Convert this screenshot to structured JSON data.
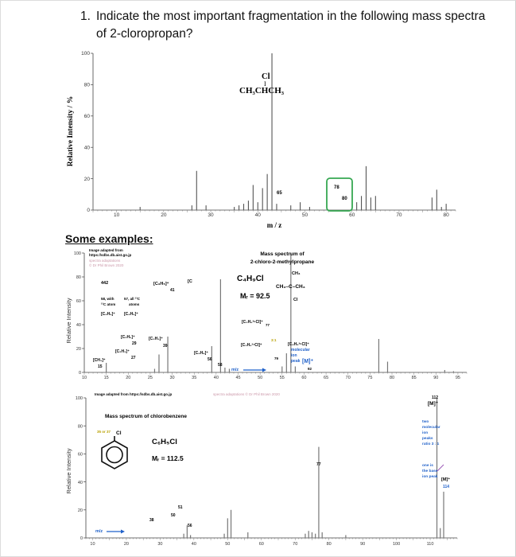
{
  "question": {
    "number": "1.",
    "text": "Indicate the most important fragmentation in the following mass spectra of 2-cloropropan?"
  },
  "spectrum1": {
    "y_axis_label": "Relative Intensity / %",
    "x_axis_label": "m / z",
    "y_ticks": [
      "100",
      "80",
      "60",
      "40",
      "20",
      "0"
    ],
    "x_ticks": [
      "10",
      "20",
      "30",
      "40",
      "50",
      "60",
      "70",
      "80"
    ],
    "structure_top": "Cl",
    "structure_bond": "I",
    "structure_main": "CH₃CHCH₃",
    "peak_labels": [
      "65",
      "78",
      "80"
    ],
    "chart_data": {
      "type": "bar",
      "xlim": [
        5,
        82
      ],
      "ylim": [
        0,
        100
      ],
      "points": [
        {
          "x": 15,
          "y": 2
        },
        {
          "x": 26,
          "y": 3
        },
        {
          "x": 27,
          "y": 25
        },
        {
          "x": 29,
          "y": 3
        },
        {
          "x": 35,
          "y": 2
        },
        {
          "x": 36,
          "y": 3
        },
        {
          "x": 37,
          "y": 4
        },
        {
          "x": 38,
          "y": 6
        },
        {
          "x": 39,
          "y": 16
        },
        {
          "x": 40,
          "y": 5
        },
        {
          "x": 41,
          "y": 14
        },
        {
          "x": 42,
          "y": 23
        },
        {
          "x": 43,
          "y": 100
        },
        {
          "x": 44,
          "y": 4
        },
        {
          "x": 47,
          "y": 3
        },
        {
          "x": 49,
          "y": 5
        },
        {
          "x": 51,
          "y": 2
        },
        {
          "x": 61,
          "y": 5
        },
        {
          "x": 62,
          "y": 9
        },
        {
          "x": 63,
          "y": 28
        },
        {
          "x": 64,
          "y": 8
        },
        {
          "x": 65,
          "y": 9
        },
        {
          "x": 77,
          "y": 8
        },
        {
          "x": 78,
          "y": 13
        },
        {
          "x": 79,
          "y": 2
        },
        {
          "x": 80,
          "y": 4
        }
      ]
    }
  },
  "examples_heading": "Some examples:",
  "spectrum2": {
    "y_axis_label": "Relative Intensity",
    "y_ticks": [
      "100",
      "80",
      "60",
      "40",
      "20",
      "0"
    ],
    "x_ticks": [
      "10",
      "15",
      "20",
      "25",
      "30",
      "35",
      "40",
      "45",
      "50",
      "55",
      "60",
      "65",
      "70",
      "75",
      "80",
      "85",
      "90",
      "95"
    ],
    "source_lines": [
      "Image adapted from",
      "https://sdbs.db.aist.go.jp"
    ],
    "credit_lines": [
      "spectra adaptations",
      "© Dr Phil Brown 2020"
    ],
    "title_lines": [
      "Mass spectrum of",
      "2-chloro-2-methylpropane"
    ],
    "formula": "C₄H₉Cl",
    "mr": "Mᵣ = 92.5",
    "struct_ch3_top": "CH₃",
    "struct_row": "CH₃–C–CH₃",
    "struct_cl": "Cl",
    "labels": {
      "c4h9_41": "[C₃H₅]⁺",
      "n41": "41",
      "ic": "[C",
      "v442": "442",
      "with13c": "58, with",
      "atom13c": "¹³C atom",
      "all13c": "57, all ¹³C",
      "atoms": "atoms",
      "c4h9a": "[C₄H₉]⁺",
      "c4h9b": "[C₄H₉]⁺",
      "c2h5": "[C₂H₅]⁺",
      "n29": "29",
      "c3h3": "[C₃H₃]⁺",
      "n39": "39",
      "c2h3": "[C₂H₃]⁺",
      "n27": "27",
      "ch3": "[CH₃]⁺",
      "n15": "15",
      "c4h8": "[C₄H₈]⁺",
      "n56": "56",
      "n58": "58",
      "c3h6cl77": "[C₃H₆³⁵Cl]⁺",
      "n77": "77",
      "c3h6cl79": "[C₃H₆³⁷Cl]⁺",
      "n79": "79",
      "ratio31": "3:1",
      "mol_c4h9cl": "[C₄H₉³⁵Cl]⁺",
      "mol_lines": [
        "molecular",
        "ion",
        "peak"
      ],
      "mplus": "[M]⁺",
      "n92": "92",
      "mz": "m/z"
    },
    "chart_data": {
      "type": "bar",
      "xlim": [
        10,
        97
      ],
      "ylim": [
        0,
        100
      ],
      "points": [
        {
          "x": 15,
          "y": 8
        },
        {
          "x": 26,
          "y": 3
        },
        {
          "x": 27,
          "y": 15
        },
        {
          "x": 29,
          "y": 30
        },
        {
          "x": 39,
          "y": 22
        },
        {
          "x": 41,
          "y": 78
        },
        {
          "x": 42,
          "y": 4
        },
        {
          "x": 43,
          "y": 3
        },
        {
          "x": 55,
          "y": 5
        },
        {
          "x": 56,
          "y": 16
        },
        {
          "x": 57,
          "y": 100
        },
        {
          "x": 58,
          "y": 5
        },
        {
          "x": 77,
          "y": 28
        },
        {
          "x": 79,
          "y": 9
        },
        {
          "x": 92,
          "y": 2
        },
        {
          "x": 94,
          "y": 1
        }
      ]
    }
  },
  "spectrum3": {
    "y_axis_label": "Relative Intensity",
    "y_ticks": [
      "100",
      "80",
      "60",
      "40",
      "20",
      "0"
    ],
    "x_ticks": [
      "10",
      "20",
      "30",
      "40",
      "50",
      "60",
      "70",
      "80",
      "90",
      "100",
      "110"
    ],
    "source_text": "Image adapted from https://sdbs.db.aist.go.jp",
    "credit_text": "spectra adaptations © Dr Phil Brown 2020",
    "title": "Mass spectrum of chlorobenzene",
    "cl_label": "35 or 37",
    "cl_sym": "Cl",
    "formula": "C₆H₅Cl",
    "mr": "Mᵣ = 112.5",
    "n112": "112",
    "m112": "[M]⁺",
    "two_lines": [
      "two",
      "molecular",
      "ion",
      "peaks",
      "ratio 3 : 1"
    ],
    "one_lines": [
      "one is",
      "the base",
      "ion peak"
    ],
    "m114": "[M]⁺",
    "n114": "114",
    "n77": "77",
    "n51": "51",
    "n50": "50",
    "n38": "38",
    "n56": "56",
    "mz": "m/z",
    "chart_data": {
      "type": "bar",
      "xlim": [
        8,
        118
      ],
      "ylim": [
        0,
        100
      ],
      "points": [
        {
          "x": 37,
          "y": 3
        },
        {
          "x": 38,
          "y": 9
        },
        {
          "x": 39,
          "y": 2
        },
        {
          "x": 49,
          "y": 3
        },
        {
          "x": 50,
          "y": 14
        },
        {
          "x": 51,
          "y": 20
        },
        {
          "x": 56,
          "y": 4
        },
        {
          "x": 73,
          "y": 3
        },
        {
          "x": 74,
          "y": 5
        },
        {
          "x": 75,
          "y": 4
        },
        {
          "x": 76,
          "y": 3
        },
        {
          "x": 77,
          "y": 65
        },
        {
          "x": 78,
          "y": 4
        },
        {
          "x": 85,
          "y": 2
        },
        {
          "x": 112,
          "y": 100
        },
        {
          "x": 113,
          "y": 7
        },
        {
          "x": 114,
          "y": 33
        }
      ]
    }
  }
}
